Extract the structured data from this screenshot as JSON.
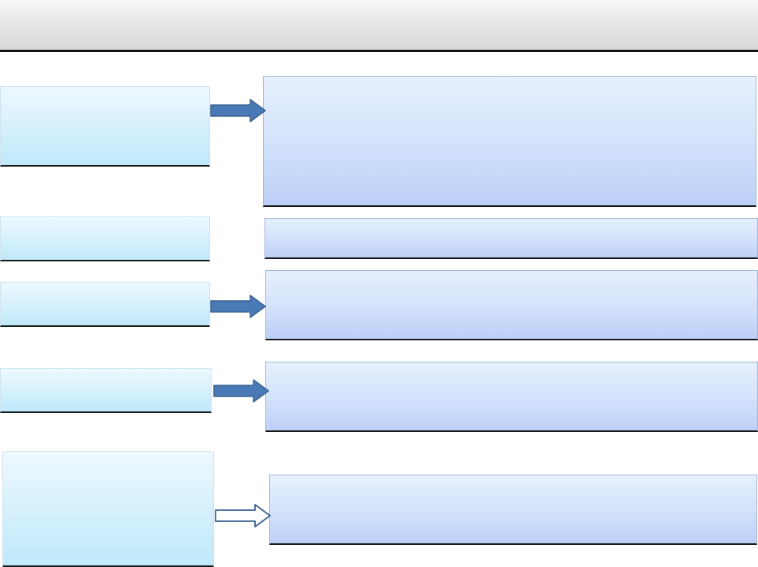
{
  "slide": {
    "left_boxes": [
      {
        "label": ""
      },
      {
        "label": ""
      },
      {
        "label": ""
      },
      {
        "label": ""
      },
      {
        "label": ""
      }
    ],
    "right_boxes": [
      {
        "label": ""
      },
      {
        "label": ""
      },
      {
        "label": ""
      },
      {
        "label": ""
      },
      {
        "label": ""
      }
    ],
    "arrows": [
      {
        "style": "filled"
      },
      {
        "style": "filled"
      },
      {
        "style": "filled"
      },
      {
        "style": "outline"
      }
    ]
  },
  "colors": {
    "header_fill": "#e4e4e4",
    "left_box_fill": "#d4f0fc",
    "right_box_fill": "#d4e3fb",
    "arrow_fill": "#4a7ab5",
    "arrow_stroke": "#3a6293",
    "border_dark": "#1a1a1a"
  }
}
